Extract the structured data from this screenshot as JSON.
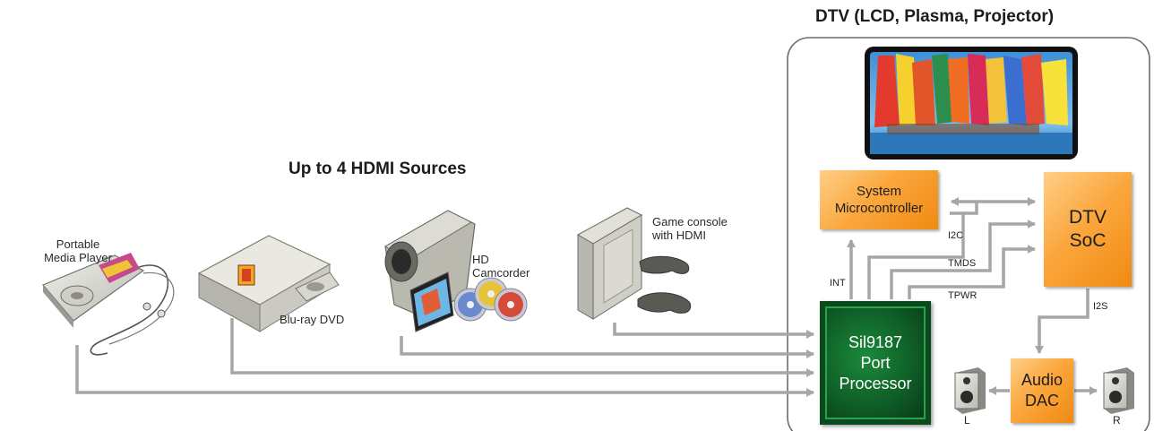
{
  "dtv": {
    "title": "DTV (LCD, Plasma, Projector)"
  },
  "sources": {
    "title": "Up to 4 HDMI Sources",
    "portable_player": [
      "Portable",
      "Media Player"
    ],
    "bluray": "Blu-ray DVD",
    "camcorder": [
      "HD",
      "Camcorder"
    ],
    "game_console": [
      "Game console",
      "with HDMI"
    ]
  },
  "blocks": {
    "micro": [
      "System",
      "Microcontroller"
    ],
    "soc": [
      "DTV",
      "SoC"
    ],
    "port": [
      "Sil9187",
      "Port",
      "Processor"
    ],
    "dac": [
      "Audio",
      "DAC"
    ]
  },
  "signals": {
    "i2c": "I2C",
    "tmds": "TMDS",
    "tpwr": "TPWR",
    "int": "INT",
    "i2s": "I2S"
  },
  "speakers": {
    "left": "L",
    "right": "R"
  },
  "colors": {
    "orange": "#f6a03a",
    "green": "#0f5f27",
    "arrow": "#a6a6a6"
  }
}
